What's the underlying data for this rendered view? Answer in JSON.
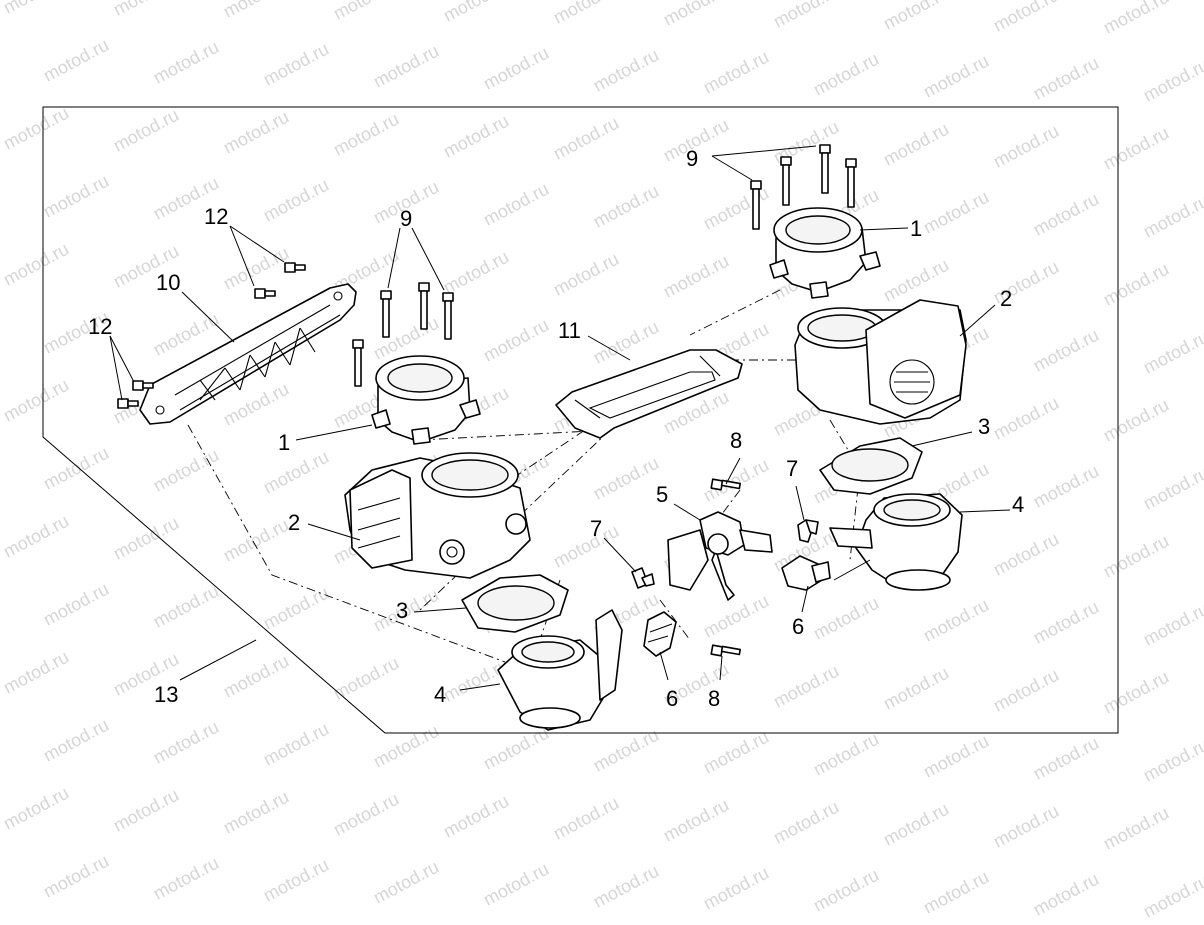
{
  "watermark": {
    "text": "motod.ru",
    "color": "#d6d6d6"
  },
  "callouts": {
    "c1_left": "1",
    "c1_right": "1",
    "c2_left": "2",
    "c2_right": "2",
    "c3_left": "3",
    "c3_right": "3",
    "c4_left": "4",
    "c4_right": "4",
    "c5": "5",
    "c6_left": "6",
    "c6_right": "6",
    "c7_left": "7",
    "c7_right": "7",
    "c8_top": "8",
    "c8_bottom": "8",
    "c9_left": "9",
    "c9_right": "9",
    "c10": "10",
    "c11": "11",
    "c12_top": "12",
    "c12_left": "12",
    "c13": "13"
  },
  "colors": {
    "line": "#000000",
    "background": "#ffffff"
  }
}
